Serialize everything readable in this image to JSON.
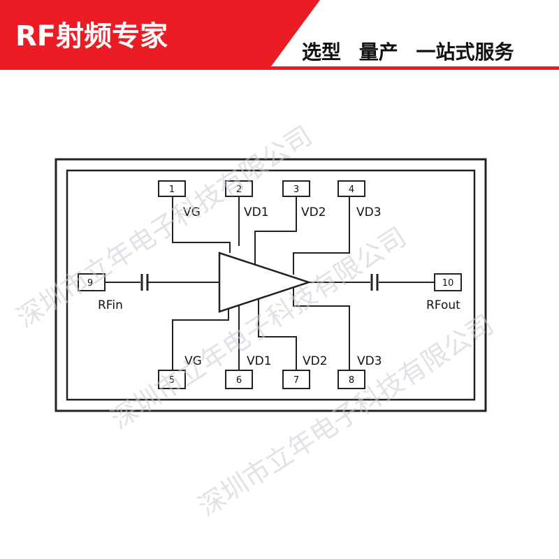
{
  "banner": {
    "brand": "RF射频专家",
    "slogan": [
      "选型",
      "量产",
      "一站式服务"
    ],
    "colors": {
      "red": "#ec1c24",
      "text": "#111111"
    }
  },
  "watermark": {
    "text": "深圳市立年电子科技有限公司"
  },
  "diagram": {
    "pins": [
      {
        "num": "1",
        "label": "VG"
      },
      {
        "num": "2",
        "label": "VD1"
      },
      {
        "num": "3",
        "label": "VD2"
      },
      {
        "num": "4",
        "label": "VD3"
      },
      {
        "num": "5",
        "label": "VG"
      },
      {
        "num": "6",
        "label": "VD1"
      },
      {
        "num": "7",
        "label": "VD2"
      },
      {
        "num": "8",
        "label": "VD3"
      },
      {
        "num": "9",
        "label": "RFin"
      },
      {
        "num": "10",
        "label": "RFout"
      }
    ]
  }
}
